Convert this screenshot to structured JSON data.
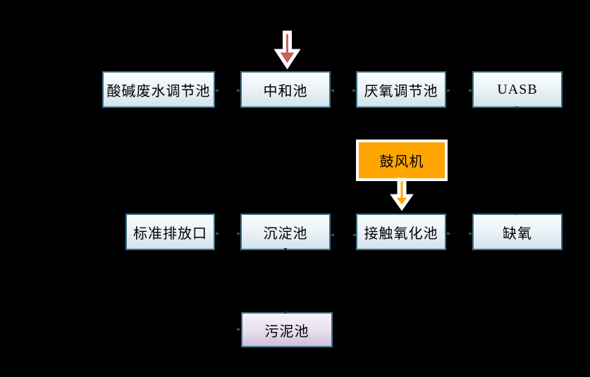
{
  "colors": {
    "background": "#000000",
    "box_border": "#3a7086",
    "blue_top": "#fafdfe",
    "blue_bottom": "#d2e2ec",
    "purple_top": "#f6f2f8",
    "purple_bottom": "#cdbfd9",
    "orange": "#ffa502",
    "red_arrow": "#c4625d",
    "tick": "#4a4a4a",
    "notch": "#1d3a43"
  },
  "nodes": [
    {
      "id": "acid-alkali-wastewater-tank",
      "label": "酸碱废水调节池",
      "style": "blue"
    },
    {
      "id": "neutralization-tank",
      "label": "中和池",
      "style": "blue"
    },
    {
      "id": "anaerobic-regulating-tank",
      "label": "厌氧调节池",
      "style": "blue"
    },
    {
      "id": "uasb",
      "label": "UASB",
      "style": "blue"
    },
    {
      "id": "blower",
      "label": "鼓风机",
      "style": "orange"
    },
    {
      "id": "standard-discharge-outlet",
      "label": "标准排放口",
      "style": "blue"
    },
    {
      "id": "sedimentation-tank",
      "label": "沉淀池",
      "style": "blue"
    },
    {
      "id": "contact-oxidation-tank",
      "label": "接触氧化池",
      "style": "blue"
    },
    {
      "id": "anoxic",
      "label": "缺氧",
      "style": "blue"
    },
    {
      "id": "sludge-tank",
      "label": "污泥池",
      "style": "purple"
    }
  ],
  "arrows": [
    {
      "id": "inlet-down-arrow",
      "direction": "down",
      "target": "中和池"
    },
    {
      "id": "blower-down-arrow",
      "direction": "down",
      "target": "接触氧化池"
    }
  ]
}
